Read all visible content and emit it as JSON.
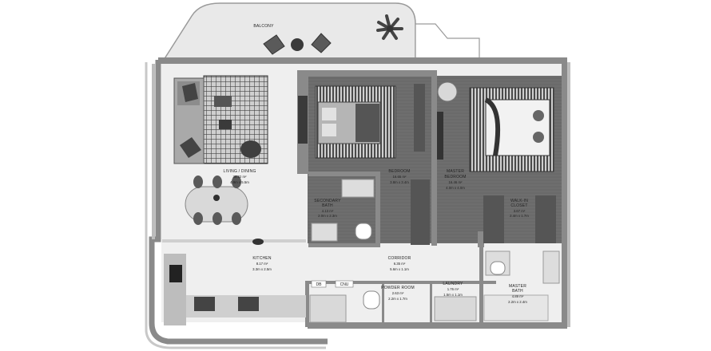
{
  "rooms": {
    "balcony": {
      "name": "BALCONY"
    },
    "living": {
      "name": "LIVING / DINING",
      "area": "30.22 m²",
      "dims": "4.9m x 5.5m"
    },
    "bedroom": {
      "name": "BEDROOM",
      "area": "16.65 m²",
      "dims": "3.8m x 3.4m"
    },
    "master": {
      "name": "MASTER",
      "name2": "BEDROOM",
      "area": "16.46 m²",
      "dims": "4.0m x 4.0m"
    },
    "bath2": {
      "name": "SECONDARY",
      "name2": "BATH",
      "area": "4.13 m²",
      "dims": "2.0m x 2.3m"
    },
    "closet": {
      "name": "WALK-IN",
      "name2": "CLOSET",
      "area": "3.67 m²",
      "dims": "2.4m x 1.7m"
    },
    "kitchen": {
      "name": "KITCHEN",
      "area": "8.17 m²",
      "dims": "3.3m x 2.5m"
    },
    "corridor": {
      "name": "CORRIDOR",
      "area": "6.35 m²",
      "dims": "5.6m x 1.1m"
    },
    "powder": {
      "name": "POWDER ROOM",
      "area": "2.63 m²",
      "dims": "2.2m x 1.7m"
    },
    "laundry": {
      "name": "LAUNDRY",
      "area": "1.76 m²",
      "dims": "1.5m x 1.1m"
    },
    "masterbath": {
      "name": "MASTER",
      "name2": "BATH",
      "area": "4.89 m²",
      "dims": "2.2m x 2.4m"
    }
  },
  "tags": {
    "db": "DB",
    "cnu": "CNU"
  },
  "colors": {
    "wall": "#8a8a8a",
    "floor": "#efefef",
    "wood": "#6a6a6a",
    "balcony": "#e9e9e9"
  }
}
